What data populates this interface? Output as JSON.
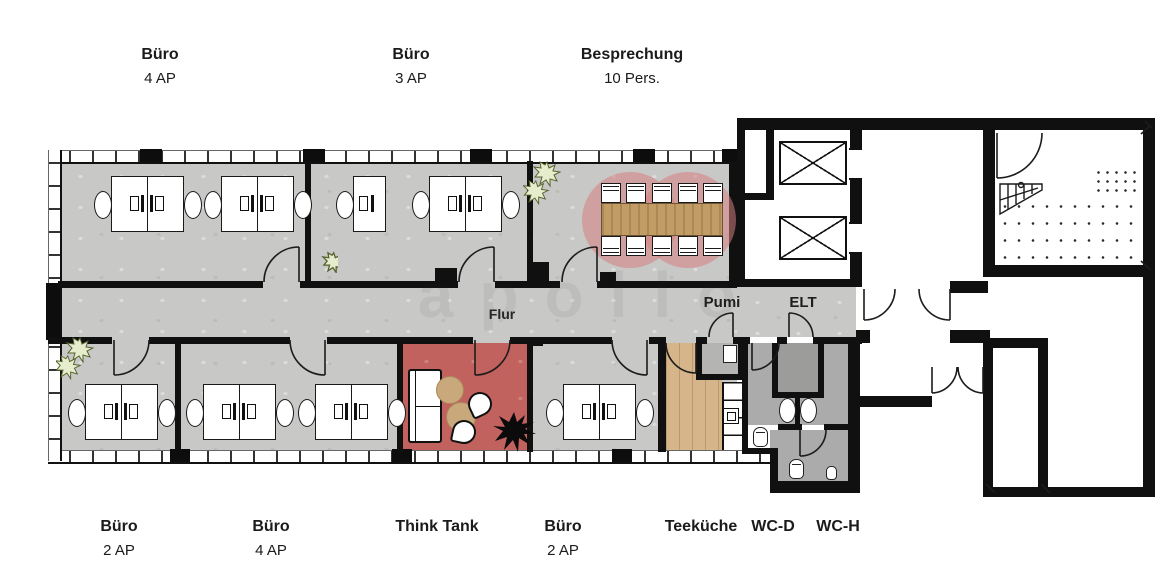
{
  "labels": {
    "top": [
      {
        "title": "Büro",
        "sub": "4 AP"
      },
      {
        "title": "Büro",
        "sub": "3 AP"
      },
      {
        "title": "Besprechung",
        "sub": "10 Pers."
      }
    ],
    "bottom": [
      {
        "title": "Büro",
        "sub": "2 AP"
      },
      {
        "title": "Büro",
        "sub": "4 AP"
      },
      {
        "title": "Think Tank",
        "sub": ""
      },
      {
        "title": "Büro",
        "sub": "2 AP"
      },
      {
        "title": "Teeküche",
        "sub": ""
      },
      {
        "title": "WC-D",
        "sub": ""
      },
      {
        "title": "WC-H",
        "sub": ""
      }
    ],
    "inner": {
      "flur": "Flur",
      "pumi": "Pumi",
      "elt": "ELT"
    }
  },
  "watermark": {
    "text": "apollo"
  },
  "colors": {
    "wall": "#101010",
    "office_floor": "#c8c8c7",
    "think_tank_floor": "#c2625f",
    "teekueche_floor": "#d6b58a",
    "meeting_table": "#c29c65",
    "rug": "#d5807e",
    "wc_floor": "#ababab",
    "utility_floor": "#b4b4b3",
    "elt_floor": "#9c9c9b",
    "plant": "#e6edcd"
  }
}
